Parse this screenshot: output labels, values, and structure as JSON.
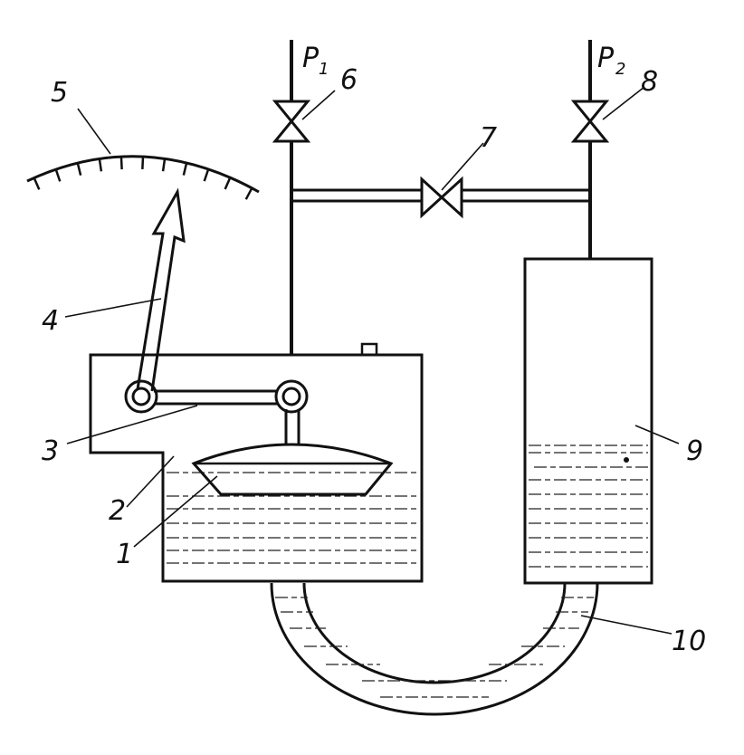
{
  "diagram": {
    "labels": {
      "l1": "1",
      "l2": "2",
      "l3": "3",
      "l4": "4",
      "l5": "5",
      "l6": "6",
      "l7": "7",
      "l8": "8",
      "l9": "9",
      "l10": "10"
    },
    "pressures": {
      "p1_letter": "P",
      "p1_sub": "1",
      "p2_letter": "P",
      "p2_sub": "2"
    }
  },
  "colors": {
    "ink": "#111111",
    "background": "#ffffff"
  }
}
